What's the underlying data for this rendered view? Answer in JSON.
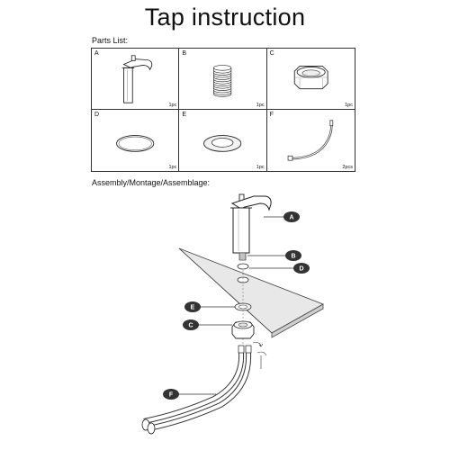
{
  "title": "Tap instruction",
  "parts_label": "Parts List:",
  "assembly_label": "Assembly/Montage/Assemblage:",
  "parts": [
    {
      "letter": "A",
      "qty": "1pc"
    },
    {
      "letter": "B",
      "qty": "1pc"
    },
    {
      "letter": "C",
      "qty": "1pc"
    },
    {
      "letter": "D",
      "qty": "1pc"
    },
    {
      "letter": "E",
      "qty": "1pc"
    },
    {
      "letter": "F",
      "qty": "2pcs"
    }
  ],
  "callouts": {
    "a": "A",
    "b": "B",
    "c": "C",
    "d": "D",
    "e": "E",
    "f": "F"
  }
}
